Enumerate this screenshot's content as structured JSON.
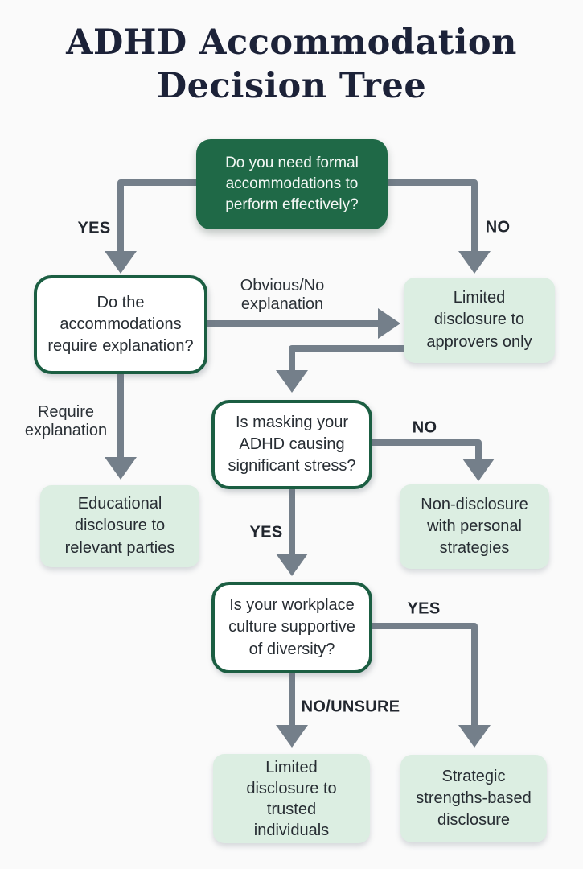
{
  "title": {
    "text": "ADHD Accommodation\nDecision Tree"
  },
  "palette": {
    "background": "#fafafa",
    "title_color": "#1c2238",
    "primary_green_fill": "#1f6947",
    "question_border_green": "#1b5e42",
    "outcome_light_green": "#dceee2",
    "arrow_gray": "#747f8a",
    "text_dark": "#272d33"
  },
  "nodes": {
    "start": {
      "kind": "question-filled",
      "text": "Do you need formal\naccommodations to\nperform effectively?"
    },
    "q_explanation": {
      "kind": "question-outline",
      "text": "Do the\naccommodations\nrequire explanation?"
    },
    "o_approvers": {
      "kind": "outcome",
      "text": "Limited\ndisclosure to\napprovers only"
    },
    "q_masking": {
      "kind": "question-outline",
      "text": "Is masking your\nADHD causing\nsignificant stress?"
    },
    "o_educational": {
      "kind": "outcome",
      "text": "Educational\ndisclosure to\nrelevant parties"
    },
    "o_nondisclosure": {
      "kind": "outcome",
      "text": "Non-disclosure\nwith personal\nstrategies"
    },
    "q_culture": {
      "kind": "question-outline",
      "text": "Is your workplace\nculture supportive\nof diversity?"
    },
    "o_trusted": {
      "kind": "outcome",
      "text": "Limited\ndisclosure to\ntrusted\nindividuals"
    },
    "o_strategic": {
      "kind": "outcome",
      "text": "Strategic\nstrengths-based\ndisclosure"
    }
  },
  "edge_labels": {
    "yes_top": "YES",
    "no_top": "NO",
    "obvious": "Obvious/No\nexplanation",
    "require": "Require\nexplanation",
    "no_masking": "NO",
    "yes_masking": "YES",
    "yes_culture": "YES",
    "no_unsure_culture": "NO/UNSURE"
  },
  "connections": [
    {
      "from": "start",
      "to": "q_explanation",
      "label": "YES"
    },
    {
      "from": "start",
      "to": "o_approvers",
      "label": "NO"
    },
    {
      "from": "q_explanation",
      "to": "o_approvers",
      "label": "Obvious/No explanation"
    },
    {
      "from": "q_explanation",
      "to": "o_educational",
      "label": "Require explanation"
    },
    {
      "from": "o_approvers",
      "to": "q_masking",
      "label": ""
    },
    {
      "from": "q_masking",
      "to": "o_nondisclosure",
      "label": "NO"
    },
    {
      "from": "q_masking",
      "to": "q_culture",
      "label": "YES"
    },
    {
      "from": "q_culture",
      "to": "o_trusted",
      "label": "NO/UNSURE"
    },
    {
      "from": "q_culture",
      "to": "o_strategic",
      "label": "YES"
    }
  ]
}
